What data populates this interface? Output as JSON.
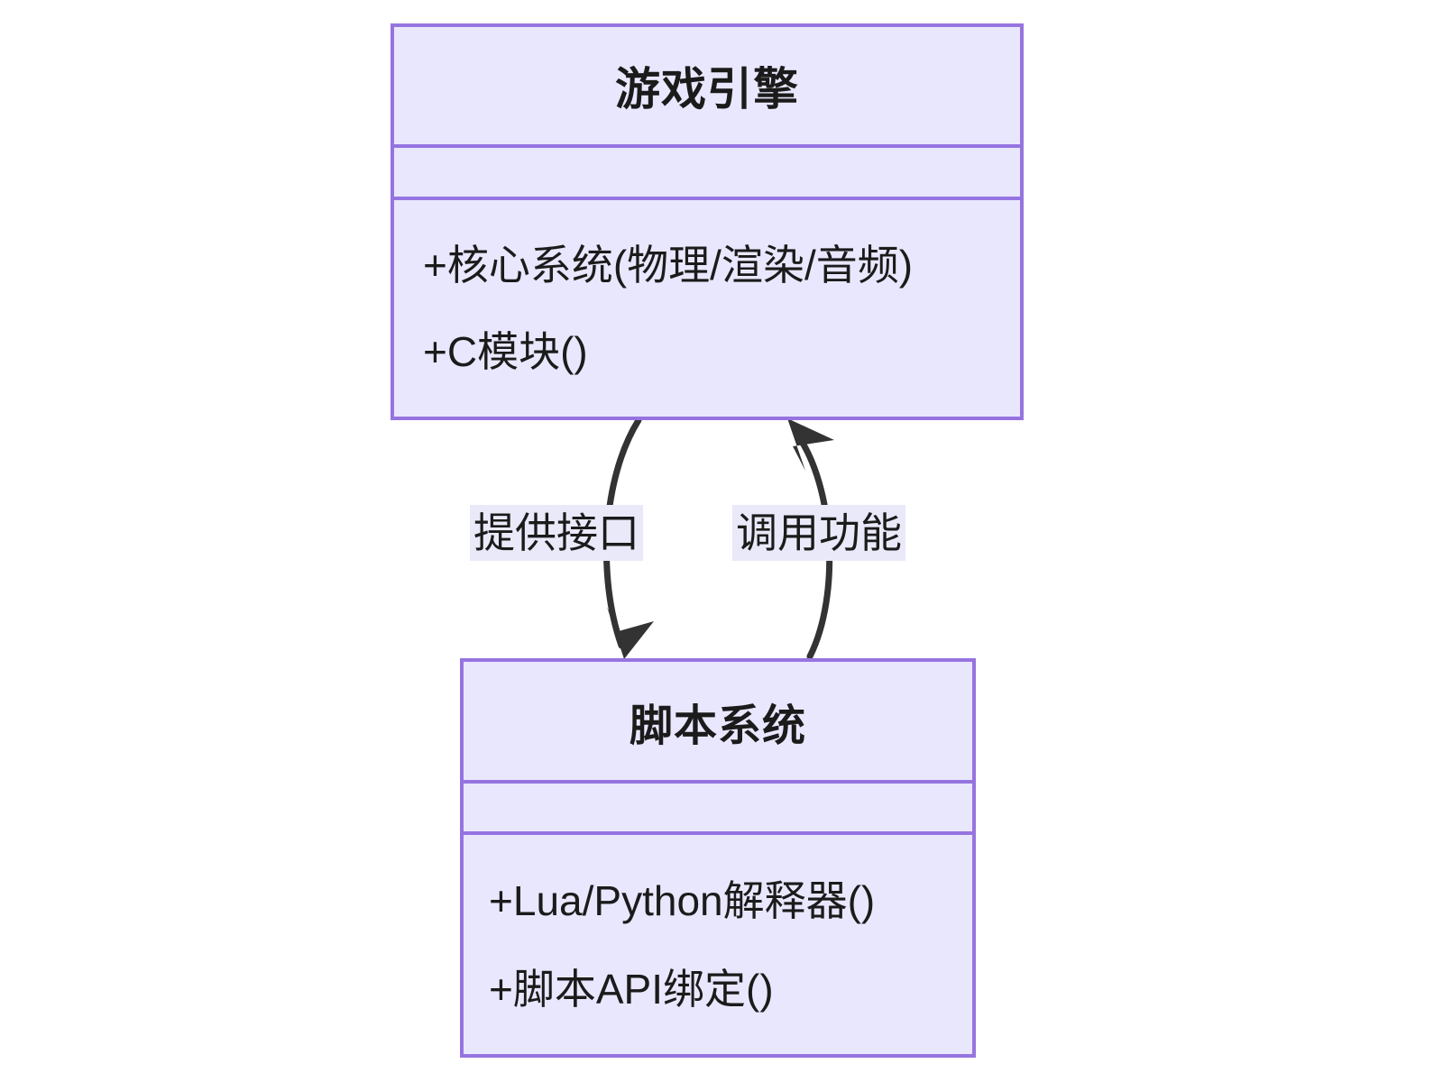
{
  "diagram": {
    "type": "uml-class-diagram",
    "background": "#ffffff",
    "colors": {
      "class_fill": "#e9e7fd",
      "class_border": "#9674e0",
      "edge_stroke": "#333333",
      "label_fill": "#e9e9f9",
      "text": "#1b1b1b"
    },
    "classes": [
      {
        "id": "game-engine",
        "name": "游戏引擎",
        "attributes": [],
        "methods": [
          "+核心系统(物理/渲染/音频)",
          "+C模块()"
        ]
      },
      {
        "id": "script-system",
        "name": "脚本系统",
        "attributes": [],
        "methods": [
          "+Lua/Python解释器()",
          "+脚本API绑定()"
        ]
      }
    ],
    "edges": [
      {
        "id": "provides-interface",
        "label": "提供接口",
        "from": "game-engine",
        "to": "script-system",
        "arrow": "open-arrow-down"
      },
      {
        "id": "calls-function",
        "label": "调用功能",
        "from": "script-system",
        "to": "game-engine",
        "arrow": "open-arrow-up"
      }
    ]
  }
}
